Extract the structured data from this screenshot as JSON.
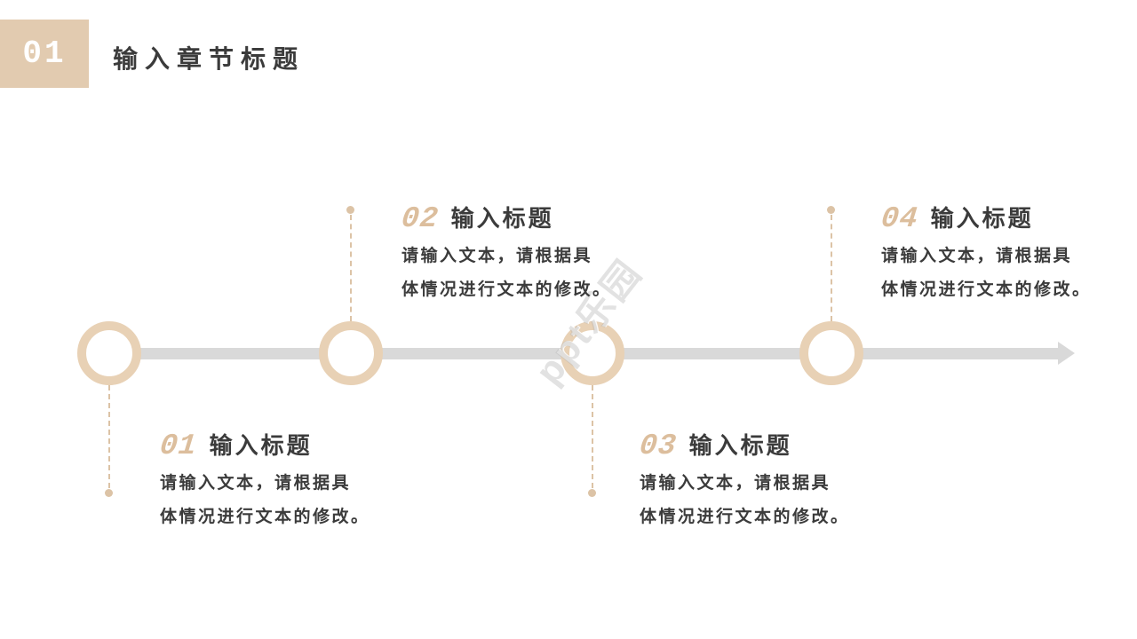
{
  "header": {
    "section_number": "01",
    "section_title": "输入章节标题"
  },
  "watermark": {
    "text": "ppt乐园"
  },
  "timeline": {
    "items": [
      {
        "number": "01",
        "title": "输入标题",
        "position": "below",
        "body_lines": [
          "请输入文本，请根据具",
          "体情况进行文本的修改。"
        ]
      },
      {
        "number": "02",
        "title": "输入标题",
        "position": "above",
        "body_lines": [
          "请输入文本，请根据具",
          "体情况进行文本的修改。"
        ]
      },
      {
        "number": "03",
        "title": "输入标题",
        "position": "below",
        "body_lines": [
          "请输入文本，请根据具",
          "体情况进行文本的修改。"
        ]
      },
      {
        "number": "04",
        "title": "输入标题",
        "position": "above",
        "body_lines": [
          "请输入文本，请根据具",
          "体情况进行文本的修改。"
        ]
      }
    ]
  },
  "colors": {
    "accent_tan": "#e2cbb0",
    "ring_tan": "#e8d1b5",
    "number_tan": "#dcbe9d",
    "dash_tan": "#dcc3a6",
    "timeline_gray": "#d9d9d9",
    "text_dark": "#3b3b3b",
    "background": "#ffffff"
  }
}
